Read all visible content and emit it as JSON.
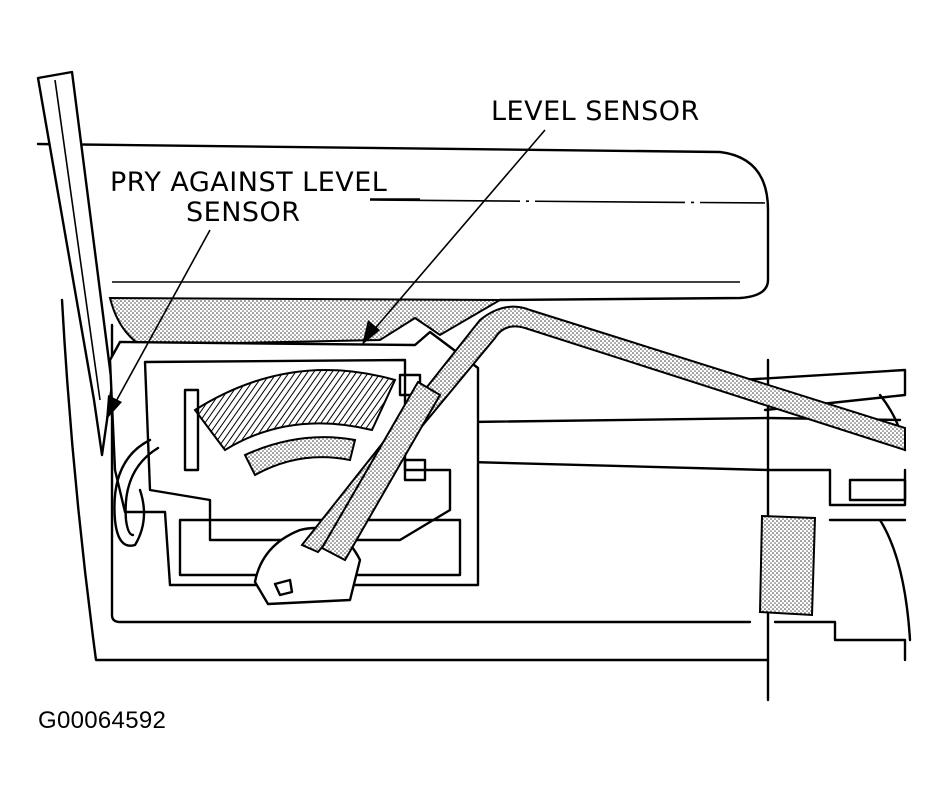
{
  "labels": {
    "level_sensor": "LEVEL SENSOR",
    "pry_line1": "PRY AGAINST LEVEL",
    "pry_line2": "SENSOR"
  },
  "figure_id": "G00064592"
}
